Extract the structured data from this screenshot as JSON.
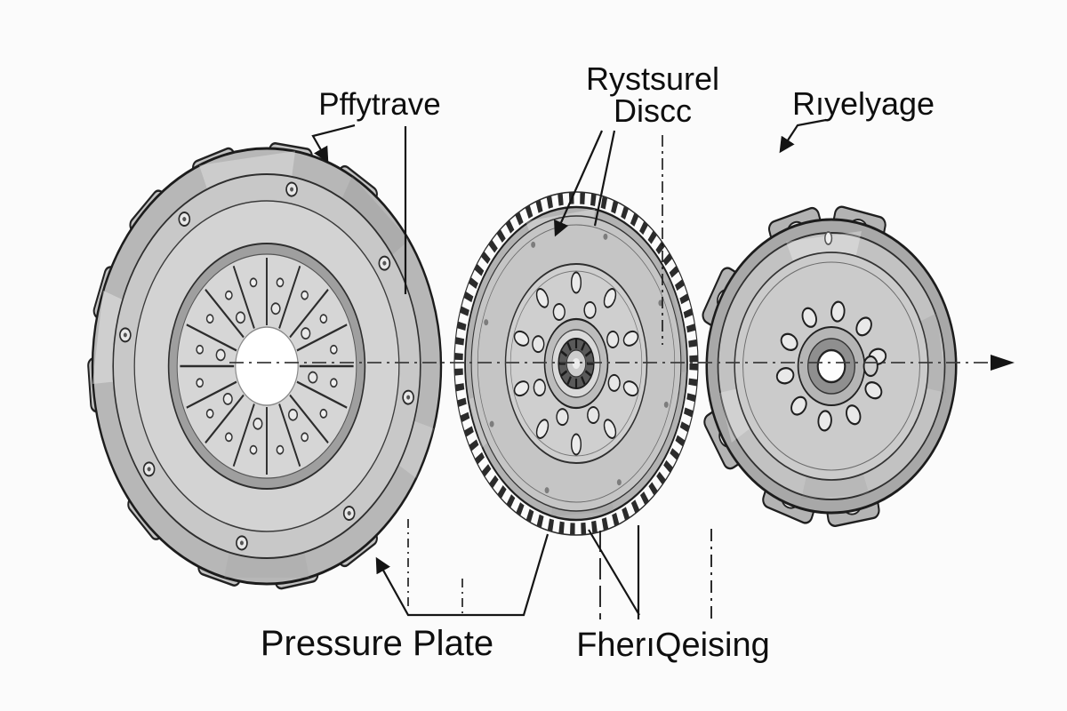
{
  "diagram": {
    "background_color": "#fbfbfb",
    "line_color": "#151515",
    "text_color": "#0e0e0e",
    "metal_colors": {
      "light": "#d6d6d6",
      "mid": "#c2c2c2",
      "dark": "#9e9e9e",
      "outline": "#1c1c1c"
    },
    "labels": {
      "pressure_plate_cover": "Pffytrave",
      "clutch_disc_line1": "Rystsurel",
      "clutch_disc_line2": "Discc",
      "flywheel_cover": "Rıyelyage",
      "pressure_plate": "Pressure Plate",
      "flywheel_housing": "FherıQeising"
    }
  }
}
